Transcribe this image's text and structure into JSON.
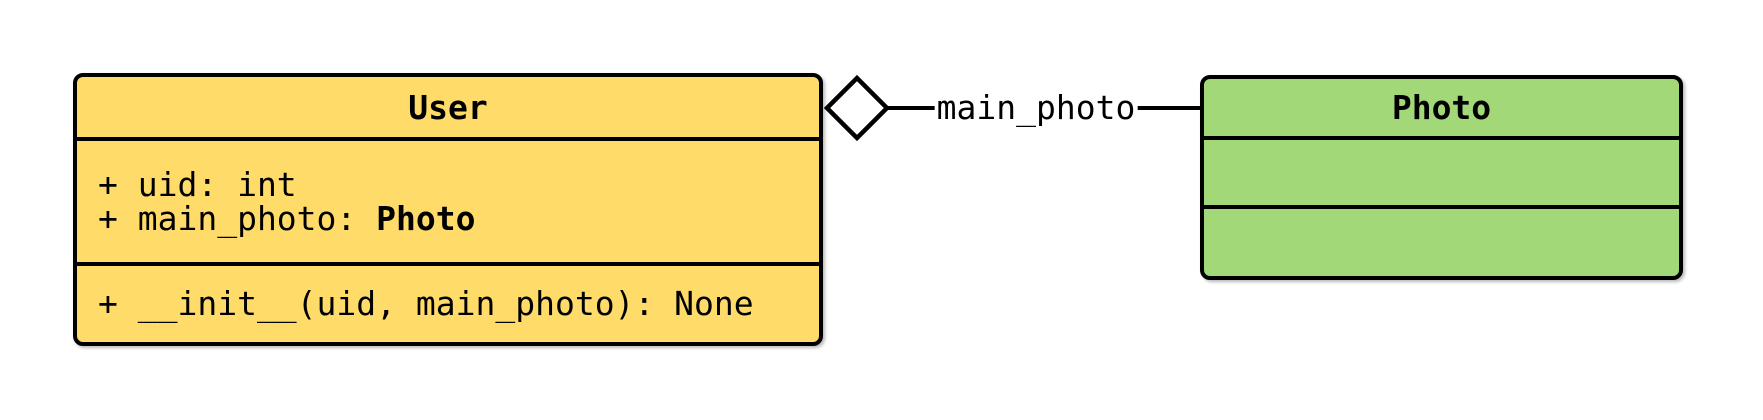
{
  "diagram": {
    "kind": "uml-class-diagram",
    "background": "#ffffff",
    "border_color": "#000000",
    "text_color": "#000000"
  },
  "classes": [
    {
      "name": "User",
      "fill": "#FFDB69",
      "attributes": [
        {
          "prefix": "+ uid: int",
          "bold": ""
        },
        {
          "prefix": "+ main_photo: ",
          "bold": "Photo"
        }
      ],
      "methods": [
        {
          "text": "+ __init__(uid, main_photo): None"
        }
      ]
    },
    {
      "name": "Photo",
      "fill": "#A2D878",
      "attributes": [],
      "methods": []
    }
  ],
  "relationship": {
    "type": "aggregation",
    "owner": "User",
    "target": "Photo",
    "label": "main_photo",
    "line_color": "#000000",
    "diamond_fill": "#ffffff"
  }
}
